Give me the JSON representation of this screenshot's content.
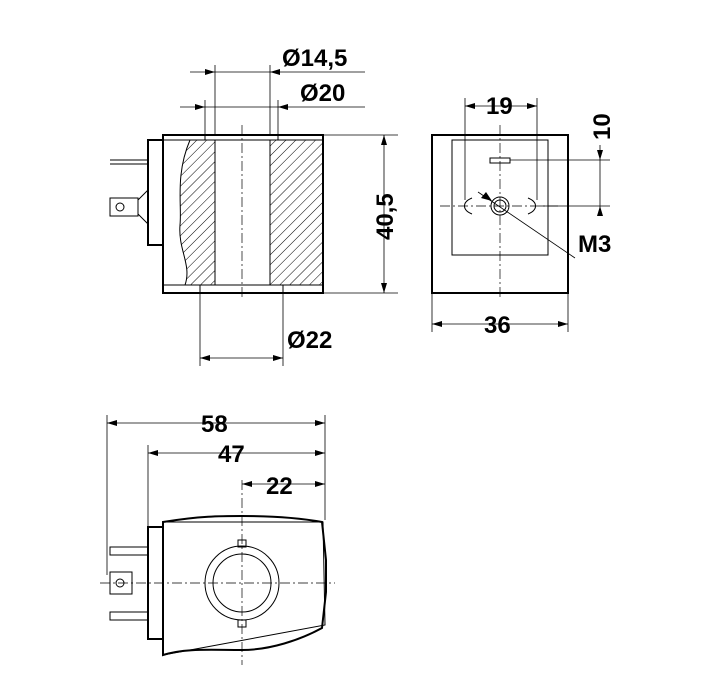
{
  "dimensions": {
    "bore_diameter": "Ø14,5",
    "outer_sleeve_diameter": "Ø20",
    "base_diameter": "Ø22",
    "height": "40,5",
    "terminal_spacing": "19",
    "terminal_offset": "10",
    "thread": "M3",
    "width": "36",
    "overall_length": "58",
    "body_length": "47",
    "center_offset": "22"
  }
}
